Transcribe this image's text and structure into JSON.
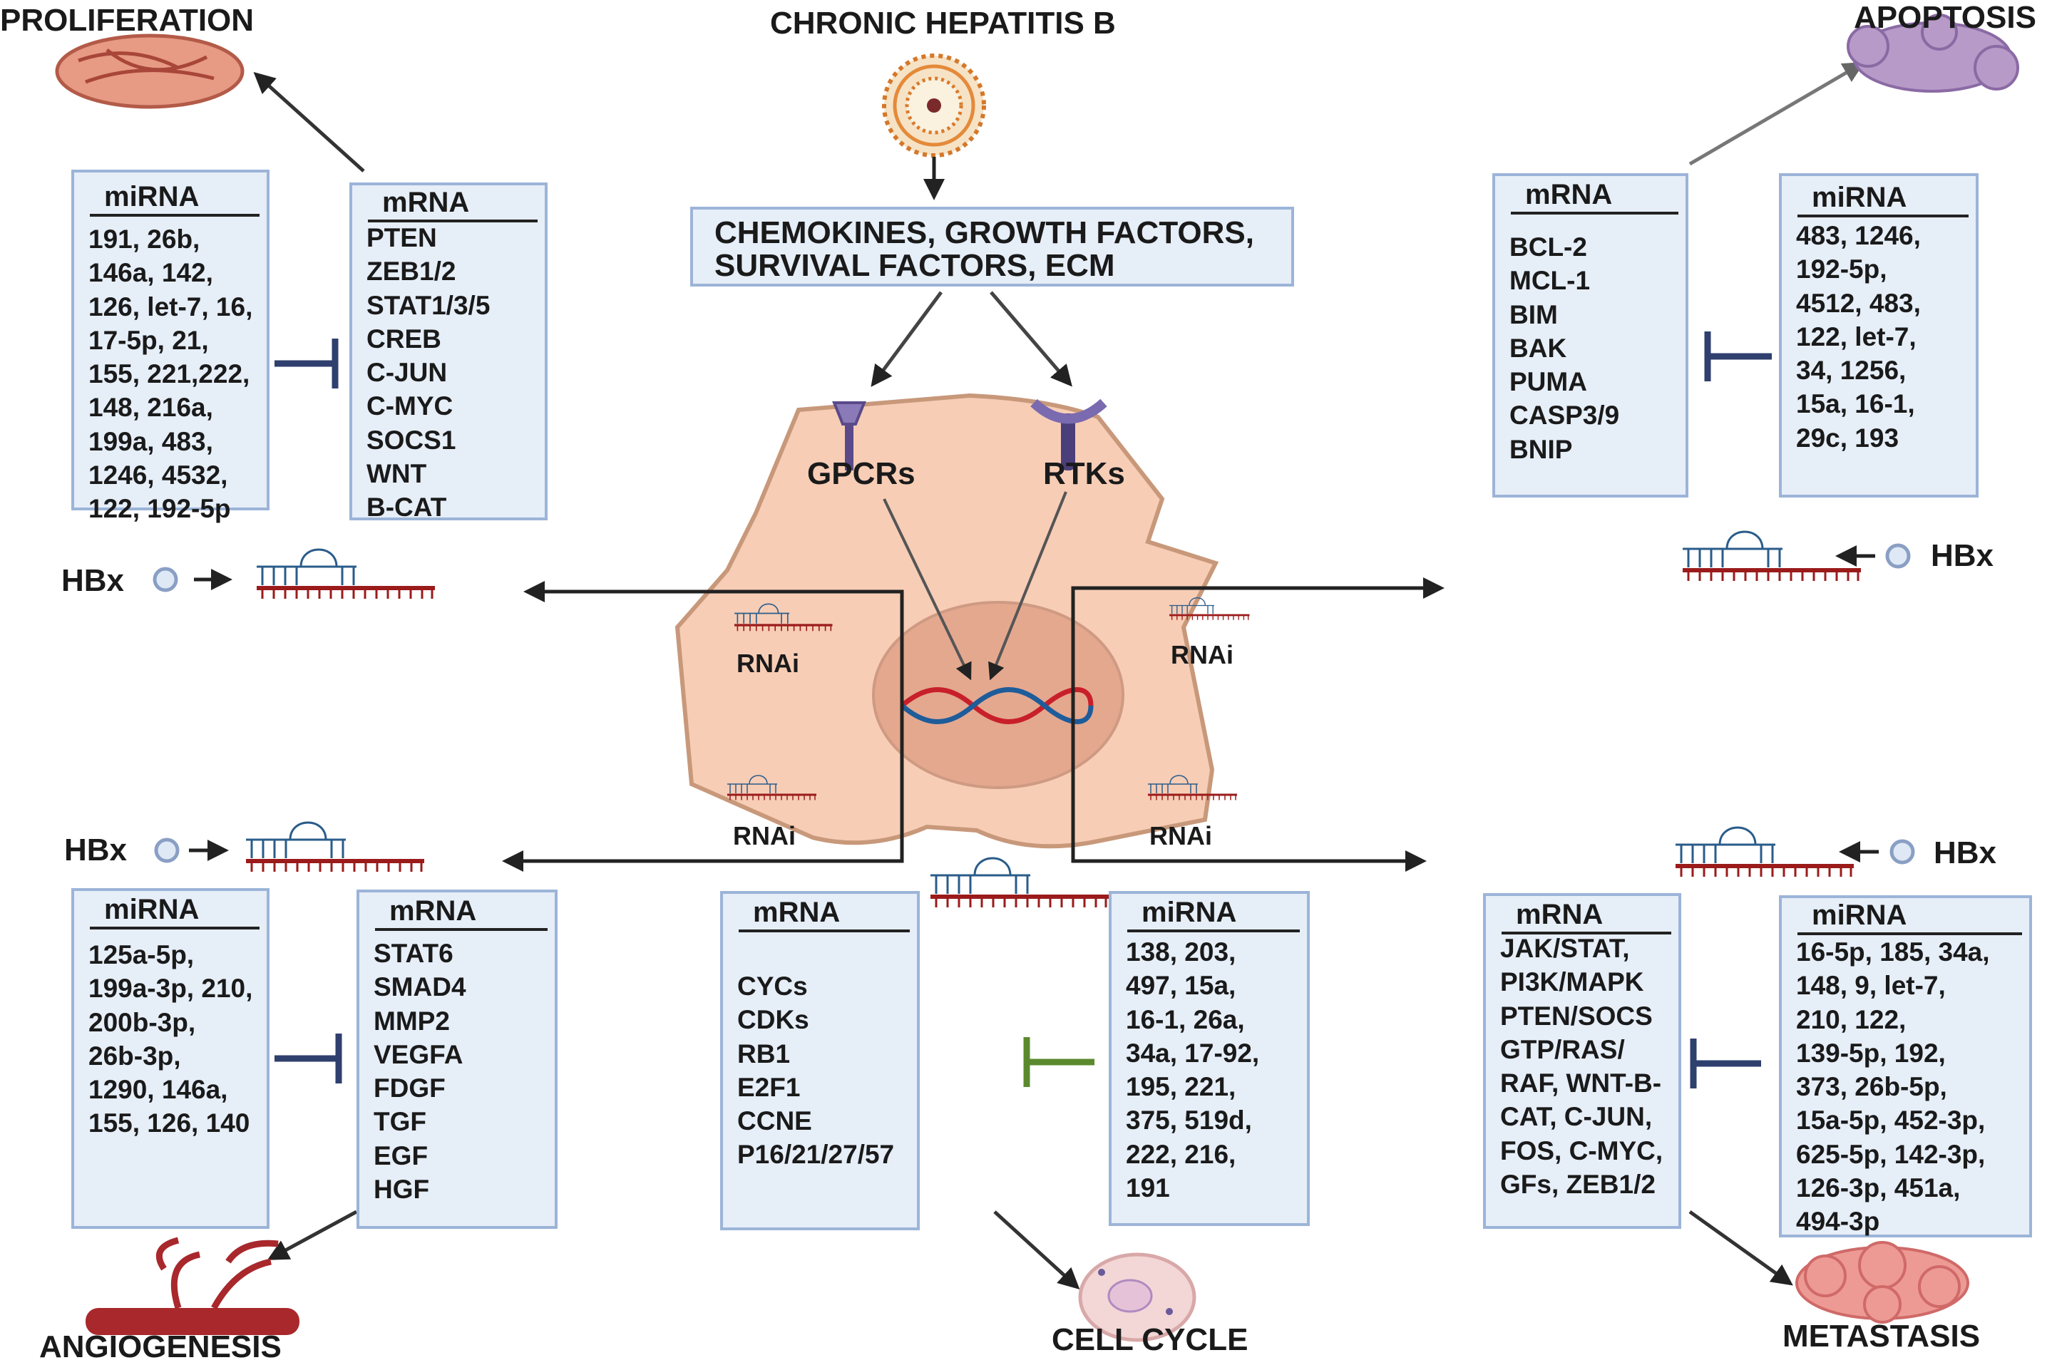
{
  "top": {
    "title": "CHRONIC HEPATITIS B",
    "factors": [
      "CHEMOKINES, GROWTH FACTORS,",
      "SURVIVAL FACTORS, ECM"
    ]
  },
  "cell": {
    "receptor_left": "GPCRs",
    "receptor_right": "RTKs",
    "rnai": "RNAi"
  },
  "hbx": "HBx",
  "outcomes": {
    "proliferation": "PROLIFERATION",
    "apoptosis": "APOPTOSIS",
    "angiogenesis": "ANGIOGENESIS",
    "cell_cycle": "CELL CYCLE",
    "metastasis": "METASTASIS"
  },
  "proliferation": {
    "mirna": {
      "header": "miRNA",
      "items": [
        "191, 26b,",
        "146a, 142,",
        "126, let-7, 16,",
        "17-5p, 21,",
        "155, 221,222,",
        "148, 216a,",
        "199a, 483,",
        "1246, 4532,",
        "122, 192-5p"
      ]
    },
    "mrna": {
      "header": "mRNA",
      "items": [
        "PTEN",
        "ZEB1/2",
        "STAT1/3/5",
        "CREB",
        "C-JUN",
        "C-MYC",
        "SOCS1",
        "WNT",
        "B-CAT"
      ]
    }
  },
  "apoptosis": {
    "mrna": {
      "header": "mRNA",
      "items": [
        "BCL-2",
        "MCL-1",
        "BIM",
        "BAK",
        "PUMA",
        "CASP3/9",
        "BNIP"
      ]
    },
    "mirna": {
      "header": "miRNA",
      "items": [
        "483, 1246,",
        "192-5p,",
        "4512, 483,",
        "122, let-7,",
        "34, 1256,",
        "15a, 16-1,",
        "29c, 193"
      ]
    }
  },
  "angiogenesis": {
    "mirna": {
      "header": "miRNA",
      "items": [
        "125a-5p,",
        "199a-3p, 210,",
        "200b-3p,",
        "26b-3p,",
        "1290, 146a,",
        "155, 126, 140"
      ]
    },
    "mrna": {
      "header": "mRNA",
      "items": [
        "STAT6",
        "SMAD4",
        "MMP2",
        "VEGFA",
        "FDGF",
        "TGF",
        "EGF",
        "HGF"
      ]
    }
  },
  "cell_cycle": {
    "mrna": {
      "header": "mRNA",
      "items": [
        "CYCs",
        "CDKs",
        "RB1",
        "E2F1",
        "CCNE",
        "P16/21/27/57"
      ]
    },
    "mirna": {
      "header": "miRNA",
      "items": [
        "138, 203,",
        "497, 15a,",
        "16-1, 26a,",
        "34a, 17-92,",
        "195, 221,",
        "375, 519d,",
        "222, 216,",
        "191"
      ]
    }
  },
  "metastasis": {
    "mrna": {
      "header": "mRNA",
      "items": [
        "JAK/STAT,",
        "PI3K/MAPK",
        "PTEN/SOCS",
        "GTP/RAS/",
        "RAF, WNT-B-",
        "CAT, C-JUN,",
        "FOS, C-MYC,",
        "GFs, ZEB1/2"
      ]
    },
    "mirna": {
      "header": "miRNA",
      "items": [
        "16-5p, 185, 34a,",
        "148, 9, let-7,",
        "210, 122,",
        "139-5p, 192,",
        "373, 26b-5p,",
        "15a-5p, 452-3p,",
        "625-5p, 142-3p,",
        "126-3p, 451a,",
        "494-3p"
      ]
    }
  },
  "colors": {
    "box_fill": "#e6eef8",
    "box_border": "#9cb4d8",
    "inhibit_blue": "#2f3f6e",
    "inhibit_green": "#5b8a2e",
    "cell_fill": "#f7cdb6",
    "cell_border": "#c8987a",
    "rna_red": "#9b1b1b",
    "rna_blue": "#2a5c8a"
  }
}
